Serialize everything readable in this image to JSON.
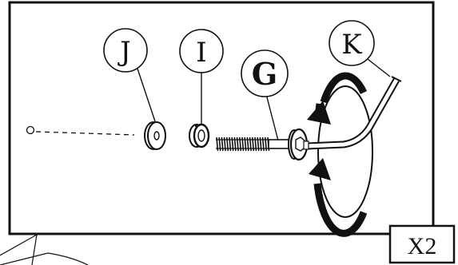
{
  "callouts": {
    "j": "J",
    "i": "I",
    "g": "G",
    "k": "K"
  },
  "quantity_badge": "X2",
  "colors": {
    "ink": "#111111",
    "paper": "#ffffff"
  }
}
